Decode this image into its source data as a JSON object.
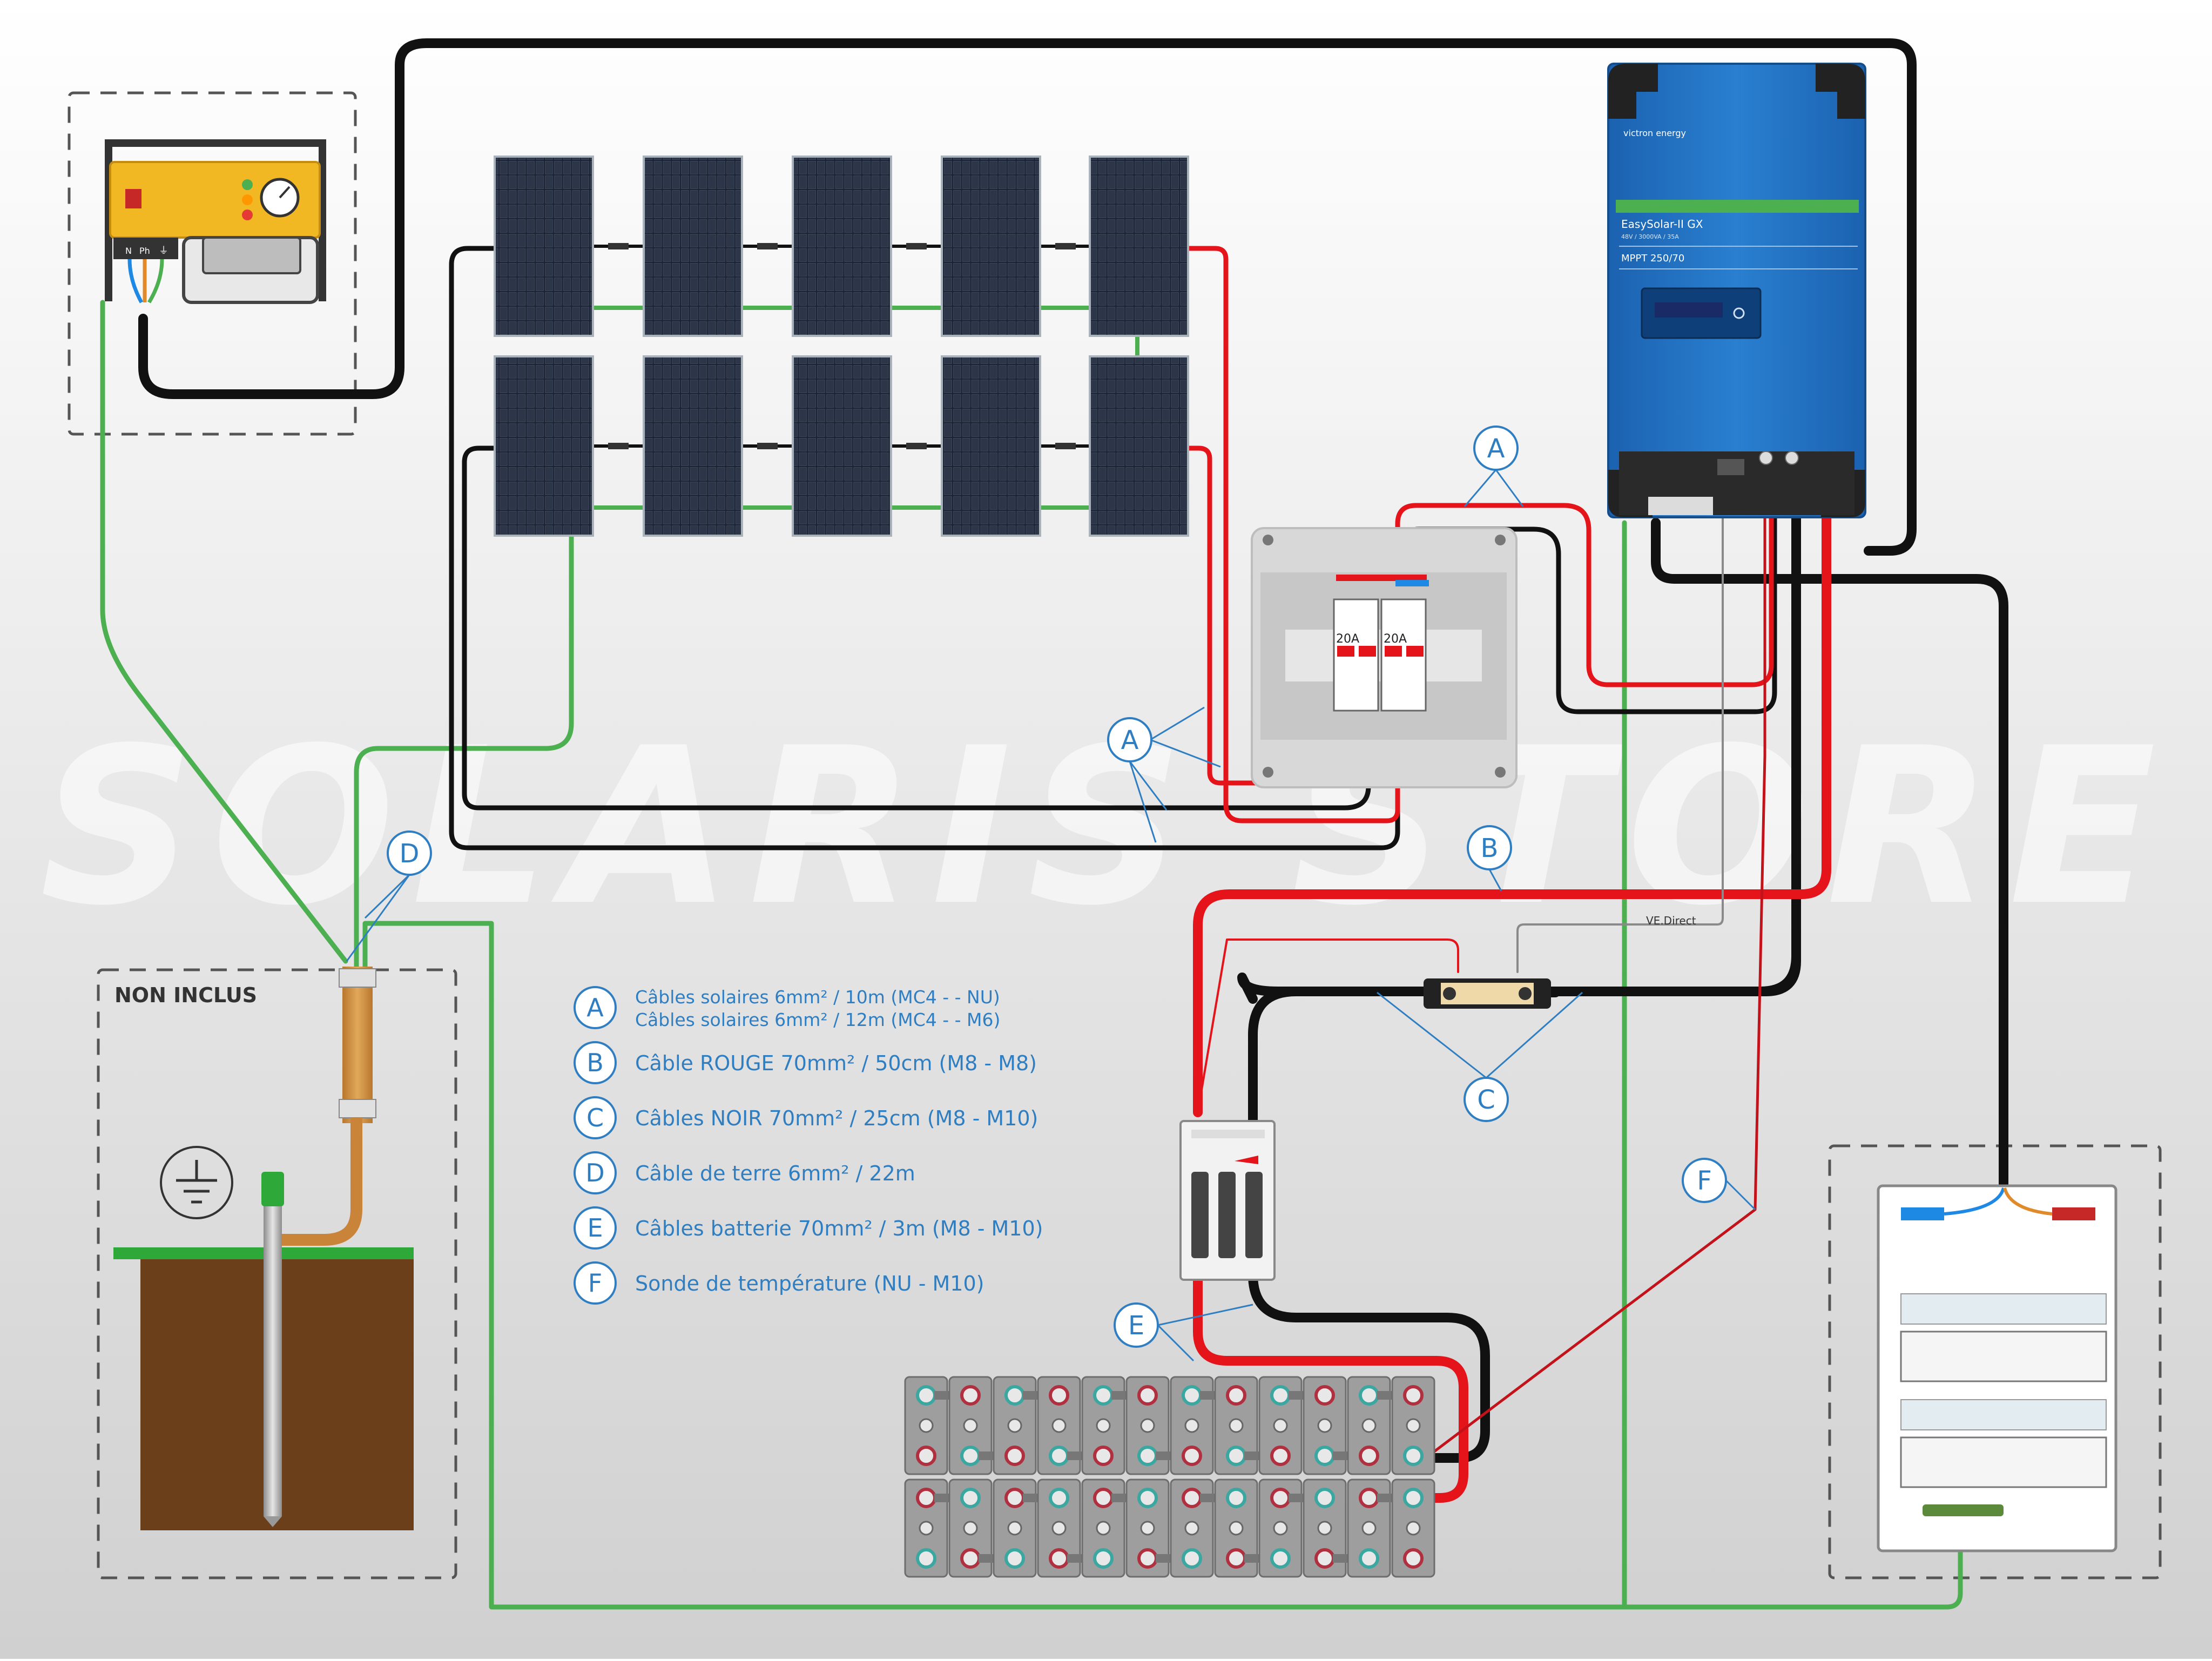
{
  "watermark": "SOLARIS STORE",
  "non_inclus_label": "NON INCLUS",
  "inverter": {
    "brand": "victron energy",
    "model": "EasySolar-II GX",
    "rating": "48V / 3000VA / 35A",
    "mppt": "MPPT 250/70"
  },
  "breaker_labels": [
    "20A",
    "20A"
  ],
  "vedirect_label": "VE.Direct",
  "callouts": [
    "A",
    "A",
    "B",
    "C",
    "D",
    "E",
    "F"
  ],
  "generator_terminals": [
    "N",
    "Ph",
    "⏚"
  ],
  "legend": [
    {
      "letter": "A",
      "lines": [
        "Câbles solaires 6mm² / 10m (MC4 - - NU)",
        "Câbles solaires 6mm² / 12m (MC4 - - M6)"
      ]
    },
    {
      "letter": "B",
      "lines": [
        "Câble ROUGE 70mm² / 50cm (M8 - M8)"
      ]
    },
    {
      "letter": "C",
      "lines": [
        "Câbles NOIR 70mm² / 25cm (M8 - M10)"
      ]
    },
    {
      "letter": "D",
      "lines": [
        "Câble de terre 6mm² / 22m"
      ]
    },
    {
      "letter": "E",
      "lines": [
        "Câbles batterie 70mm² / 3m (M8 - M10)"
      ]
    },
    {
      "letter": "F",
      "lines": [
        "Sonde de température (NU - M10)"
      ]
    }
  ],
  "colors": {
    "background_top": "#ffffff",
    "background_bottom": "#d2d2d2",
    "cable_black": "#111111",
    "cable_red": "#e5141b",
    "cable_earth": "#4caf50",
    "callout_blue": "#2f7ec2",
    "inverter_blue": "#1f6fbf",
    "soil": "#6b3f1a",
    "grass": "#2fa83a",
    "generator_yellow": "#f2b824"
  }
}
